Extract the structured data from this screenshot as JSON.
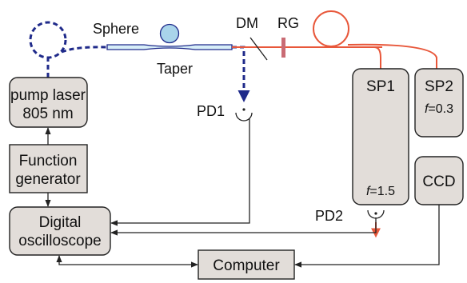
{
  "labels": {
    "sphere": "Sphere",
    "taper": "Taper",
    "dm": "DM",
    "rg": "RG",
    "pd1": "PD1",
    "pd2": "PD2"
  },
  "boxes": {
    "pump_laser": [
      "pump laser",
      "805 nm"
    ],
    "function_generator": [
      "Function",
      "generator"
    ],
    "digital_oscilloscope": [
      "Digital",
      "oscilloscope"
    ],
    "computer": "Computer",
    "sp1": {
      "name": "SP1",
      "f_symbol": "f",
      "f_value": "=1.5"
    },
    "sp2": {
      "name": "SP2",
      "f_symbol": "f",
      "f_value": "=0.3"
    },
    "ccd": "CCD"
  },
  "colors": {
    "pump_fiber": "#1f2a8a",
    "output_fiber": "#e8573a",
    "box_fill": "#e2ddd9",
    "grating": "#c96b74",
    "sphere": "#a9d4ea"
  }
}
